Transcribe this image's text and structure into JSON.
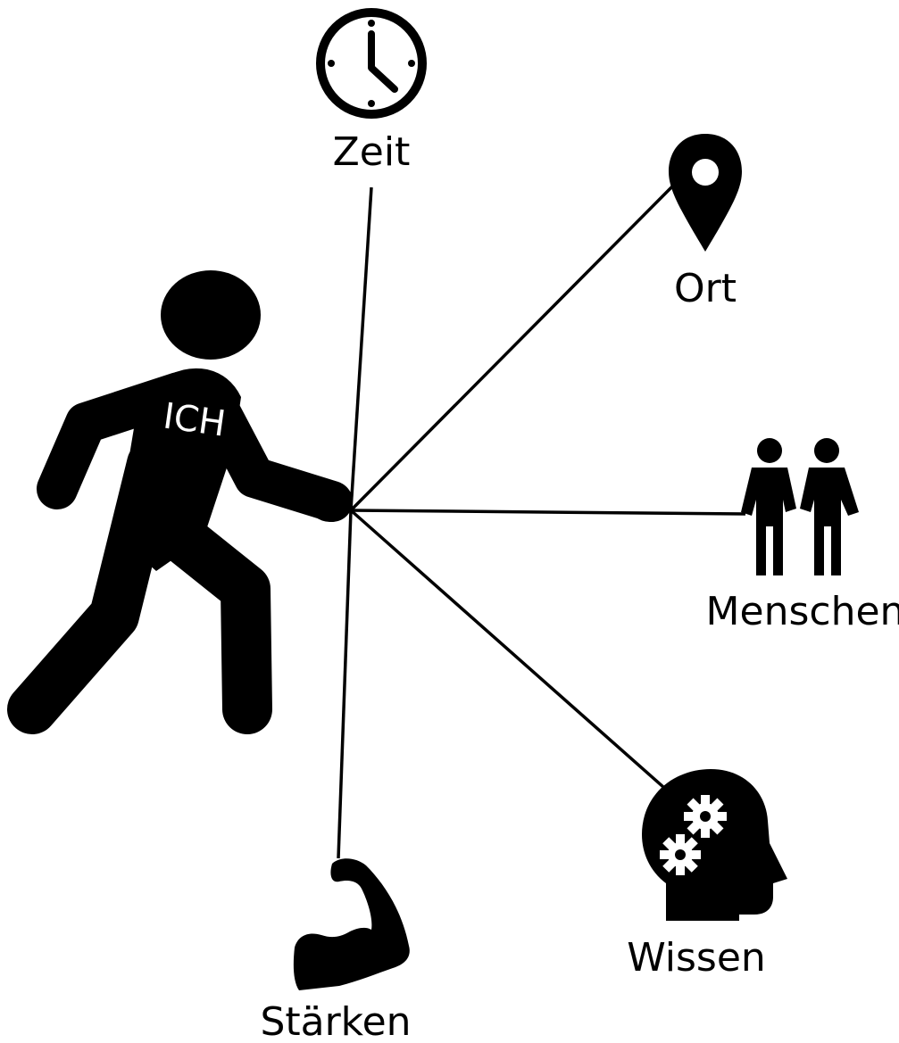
{
  "colors": {
    "ink": "#000000",
    "background": "#ffffff"
  },
  "center": {
    "figure_icon": "walking-person-icon",
    "label": "ICH"
  },
  "nodes": [
    {
      "key": "zeit",
      "label": "Zeit",
      "icon": "clock-icon"
    },
    {
      "key": "ort",
      "label": "Ort",
      "icon": "location-pin-icon"
    },
    {
      "key": "menschen",
      "label": "Menschen",
      "icon": "people-icon"
    },
    {
      "key": "wissen",
      "label": "Wissen",
      "icon": "head-gears-icon"
    },
    {
      "key": "staerken",
      "label": "Stärken",
      "icon": "flexed-arm-icon"
    }
  ]
}
